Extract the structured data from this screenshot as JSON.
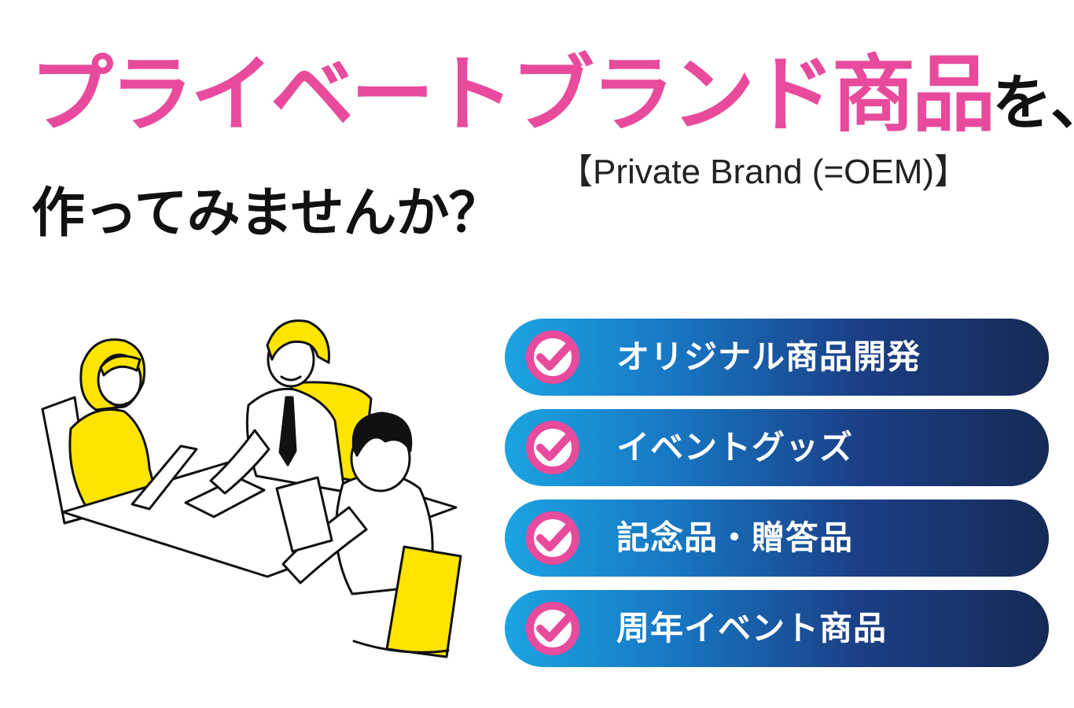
{
  "headline": {
    "main": "プライベートブランド商品",
    "suffix": "を、"
  },
  "subtitle": "【Private Brand (=OEM)】",
  "question": "作ってみませんか？",
  "features": [
    {
      "label": "オリジナル商品開発"
    },
    {
      "label": "イベントグッズ"
    },
    {
      "label": "記念品・贈答品"
    },
    {
      "label": "周年イベント商品"
    }
  ],
  "colors": {
    "headline_pink": "#e84a9c",
    "pill_start": "#1aa4e2",
    "pill_end": "#162a55",
    "check_ring": "#e84a9c",
    "illustration_yellow": "#ffe400"
  },
  "icons": {
    "feature_check": "check-circle-icon"
  }
}
